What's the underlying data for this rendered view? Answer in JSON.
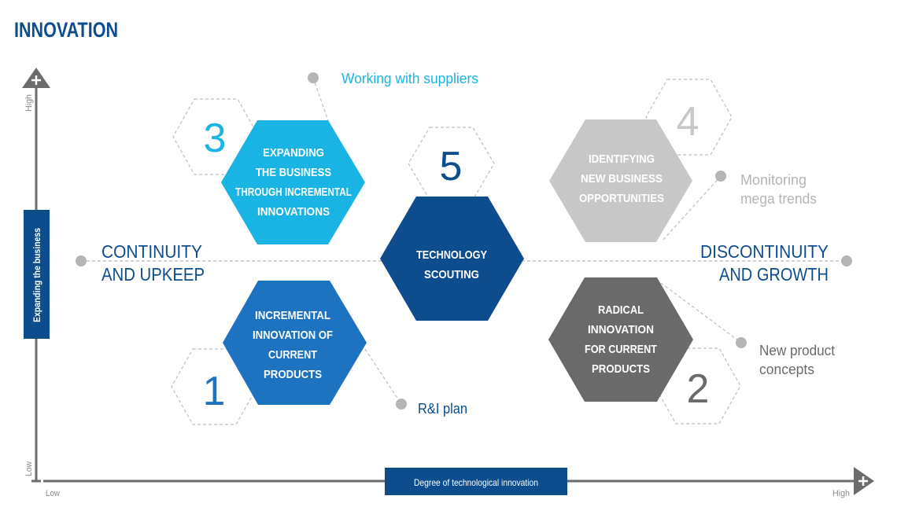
{
  "title": "INNOVATION",
  "axes": {
    "y_high": "High",
    "y_low": "Low",
    "y_label": "Expanding the business",
    "x_low": "Low",
    "x_high": "High",
    "x_label": "Degree of technological innovation"
  },
  "sides": {
    "left_line1": "CONTINUITY",
    "left_line2": "AND UPKEEP",
    "right_line1": "DISCONTINUITY",
    "right_line2": "AND GROWTH"
  },
  "hexagons": {
    "h3": {
      "number": "3",
      "lines": [
        "EXPANDING",
        "THE BUSINESS",
        "THROUGH INCREMENTAL",
        "INNOVATIONS"
      ]
    },
    "h5": {
      "number": "5",
      "lines": [
        "TECHNOLOGY",
        "SCOUTING"
      ]
    },
    "h4": {
      "number": "4",
      "lines": [
        "IDENTIFYING",
        "NEW BUSINESS",
        "OPPORTUNITIES"
      ]
    },
    "h1": {
      "number": "1",
      "lines": [
        "INCREMENTAL",
        "INNOVATION OF",
        "CURRENT",
        "PRODUCTS"
      ]
    },
    "h2": {
      "number": "2",
      "lines": [
        "RADICAL",
        "INNOVATION",
        "FOR CURRENT",
        "PRODUCTS"
      ]
    }
  },
  "callouts": {
    "suppliers": "Working with suppliers",
    "mega_line1": "Monitoring",
    "mega_line2": "mega trends",
    "rplan": "R&I plan",
    "npc_line1": "New product",
    "npc_line2": "concepts"
  },
  "colors": {
    "navy": "#0d4d8e",
    "cyan": "#1ab4e4",
    "mid_blue": "#1e73c0",
    "light_gray": "#c7c7c7",
    "dark_gray": "#6a6a6a",
    "axis_gray": "#6c6c6c"
  }
}
